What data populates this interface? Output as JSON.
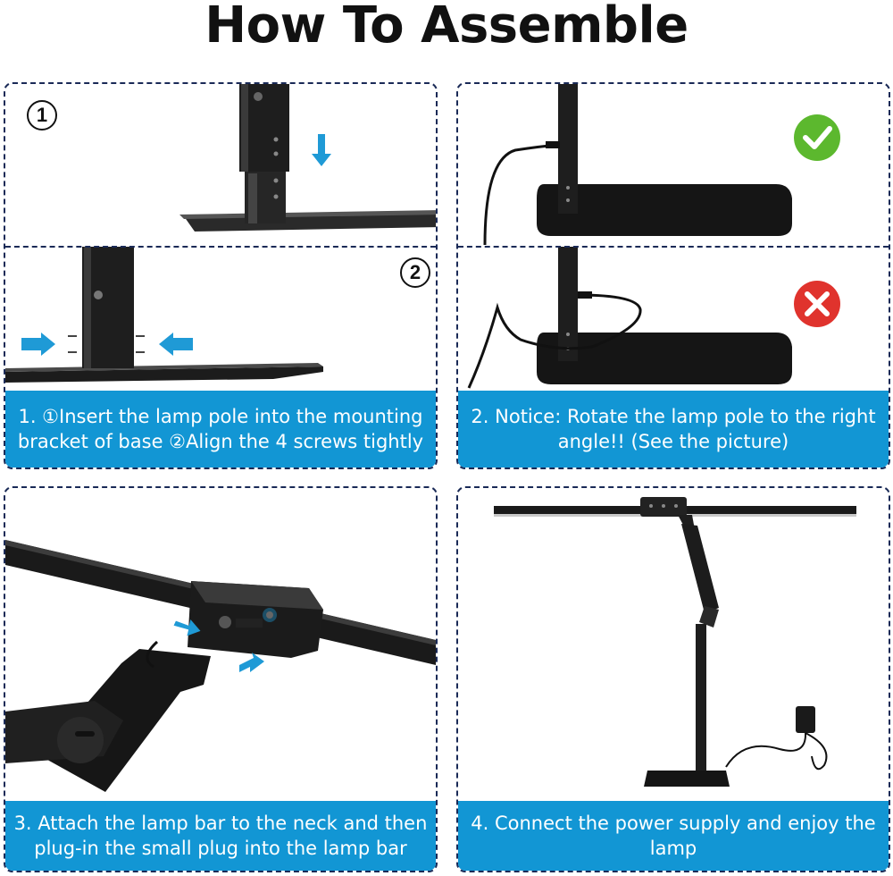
{
  "title": "How To Assemble",
  "steps": [
    {
      "caption": "1.  ①Insert the lamp pole into the mounting\nbracket of base ②Align the 4 screws tightly",
      "marker_top": "1",
      "marker_bottom": "2"
    },
    {
      "caption": "2.  Notice: Rotate the lamp pole to the right\nangle!!   (See the picture)",
      "correct_icon": "check-icon",
      "wrong_icon": "cross-icon"
    },
    {
      "caption": "3.   Attach the lamp bar to the neck and then\nplug-in the small plug into the lamp bar"
    },
    {
      "caption": "4. Connect the power supply and enjoy the\nlamp"
    }
  ],
  "colors": {
    "caption_bg": "#1296d4",
    "border": "#1a2a57",
    "arrow": "#1f9ad6",
    "check": "#5cb82e",
    "cross": "#e0332d",
    "hardware": "#1c1c1c"
  }
}
